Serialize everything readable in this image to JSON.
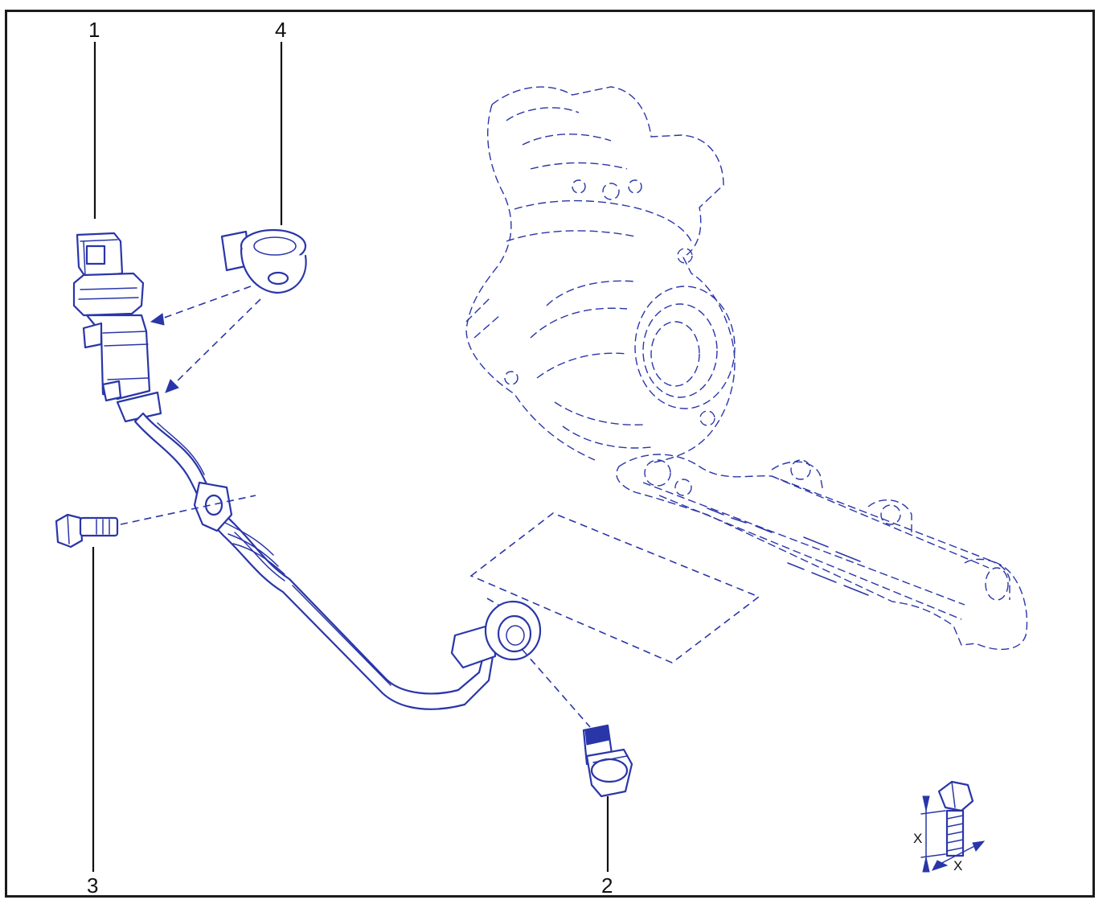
{
  "callouts": {
    "c1": "1",
    "c2": "2",
    "c3": "3",
    "c4": "4"
  },
  "thread_spec": {
    "x_label_vertical": "X",
    "x_label_horizontal": "X"
  },
  "colors": {
    "line_art": "#2a36a8",
    "frame": "#1b1b1b",
    "text": "#111111"
  }
}
